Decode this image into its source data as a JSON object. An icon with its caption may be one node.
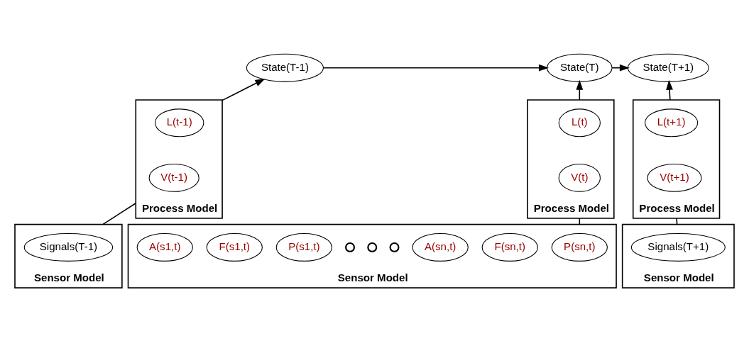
{
  "diagram": {
    "nodes": [
      {
        "text": [
          "State(T-1)"
        ]
      },
      {
        "text": [
          "State(T)"
        ]
      },
      {
        "text": [
          "State(T+1)"
        ]
      },
      {
        "text": [
          "Process Model"
        ]
      },
      {
        "text": [
          "V(t-1)"
        ],
        "in": 3
      },
      {
        "text": [
          "L(t-1)"
        ],
        "in": 3
      },
      {
        "text": [
          "Sensor Model"
        ]
      },
      {
        "text": [
          "Signals(T-1)"
        ],
        "in": 6
      },
      {
        "text": [
          "Process Model"
        ]
      },
      {
        "text": [
          "V(t)"
        ],
        "in": 8
      },
      {
        "text": [
          "L(t)"
        ],
        "in": 8
      },
      {
        "text": [
          "Sensor Model"
        ]
      },
      {
        "text": [
          "A(s1,t)"
        ],
        "in": 11
      },
      {
        "text": [
          "F(s1,t)"
        ],
        "in": 11
      },
      {
        "text": [
          "P(s1,t)"
        ],
        "in": 11
      },
      {
        "text": [],
        "shape": "circle",
        "in": 11
      },
      {
        "text": [],
        "shape": "circle",
        "in": 11
      },
      {
        "text": [],
        "shape": "circle",
        "in": 11
      },
      {
        "text": [
          "A(sn,t)"
        ],
        "in": 11
      },
      {
        "text": [
          "F(sn,t)"
        ],
        "in": 11
      },
      {
        "text": [
          "P(sn,t)"
        ],
        "in": 11
      },
      {
        "text": [
          "Process Model"
        ]
      },
      {
        "text": [
          "V(t+1)"
        ],
        "in": 21
      },
      {
        "text": [
          "L(t+1)"
        ],
        "in": 21
      },
      {
        "text": [
          "Sensor Model"
        ]
      },
      {
        "text": [
          "Signals(T+1)"
        ],
        "in": 24
      }
    ],
    "edges": [
      {
        "from": 0,
        "to": 1,
        "arrow": "to"
      },
      {
        "from": 1,
        "to": 2,
        "arrow": "to"
      },
      {
        "from": 3,
        "to": 0,
        "arrow": "to"
      },
      {
        "from": 8,
        "to": 1,
        "arrow": "to"
      },
      {
        "from": 21,
        "to": 2,
        "arrow": "to"
      },
      {
        "from": 6,
        "to": 3,
        "arrow": "none"
      },
      {
        "from": 11,
        "to": 8,
        "arrow": "none"
      },
      {
        "from": 24,
        "to": 21,
        "arrow": "none"
      }
    ]
  }
}
